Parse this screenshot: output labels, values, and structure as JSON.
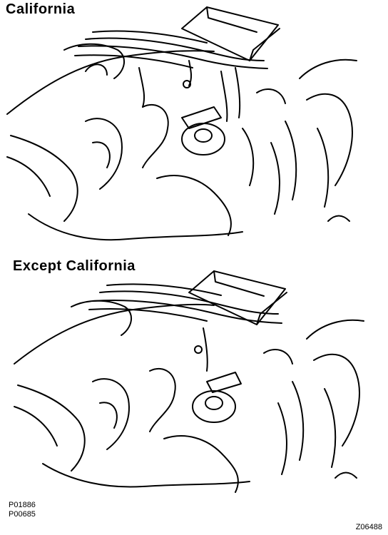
{
  "figure": {
    "top_label": "California",
    "bottom_label": "Except California",
    "part_codes": [
      "P01886",
      "P00685"
    ],
    "figure_number": "Z06488"
  }
}
